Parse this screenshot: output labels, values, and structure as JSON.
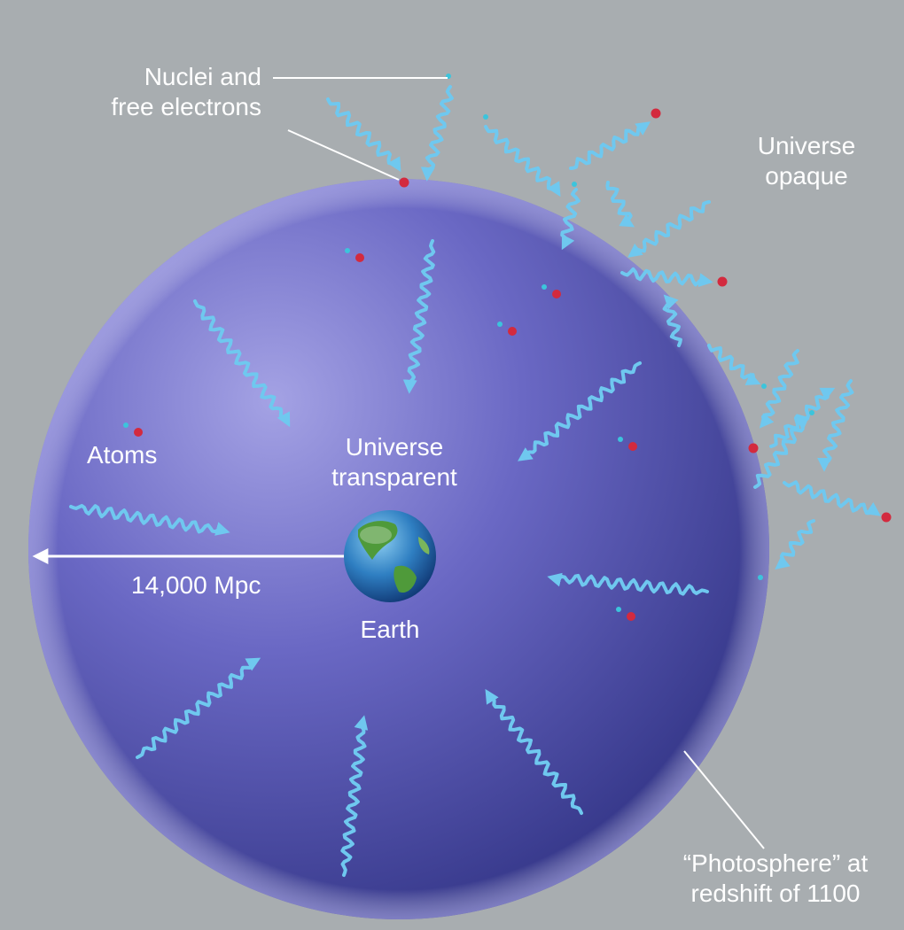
{
  "labels": {
    "nuclei_line1": "Nuclei and",
    "nuclei_line2": "free electrons",
    "opaque_line1": "Universe",
    "opaque_line2": "opaque",
    "atoms": "Atoms",
    "transparent_line1": "Universe",
    "transparent_line2": "transparent",
    "distance": "14,000 Mpc",
    "earth": "Earth",
    "photosphere_line1": "“Photosphere” at",
    "photosphere_line2": "redshift of 1100"
  },
  "colors": {
    "background": "#a8adb0",
    "sphere_light": "#9c9ae0",
    "sphere_dark": "#383a8e",
    "photon": "#6fc8ef",
    "nucleus": "#d32a3e",
    "electron": "#3cc4dc",
    "text": "#ffffff"
  },
  "icons": {
    "earth": "earth-globe-icon"
  }
}
